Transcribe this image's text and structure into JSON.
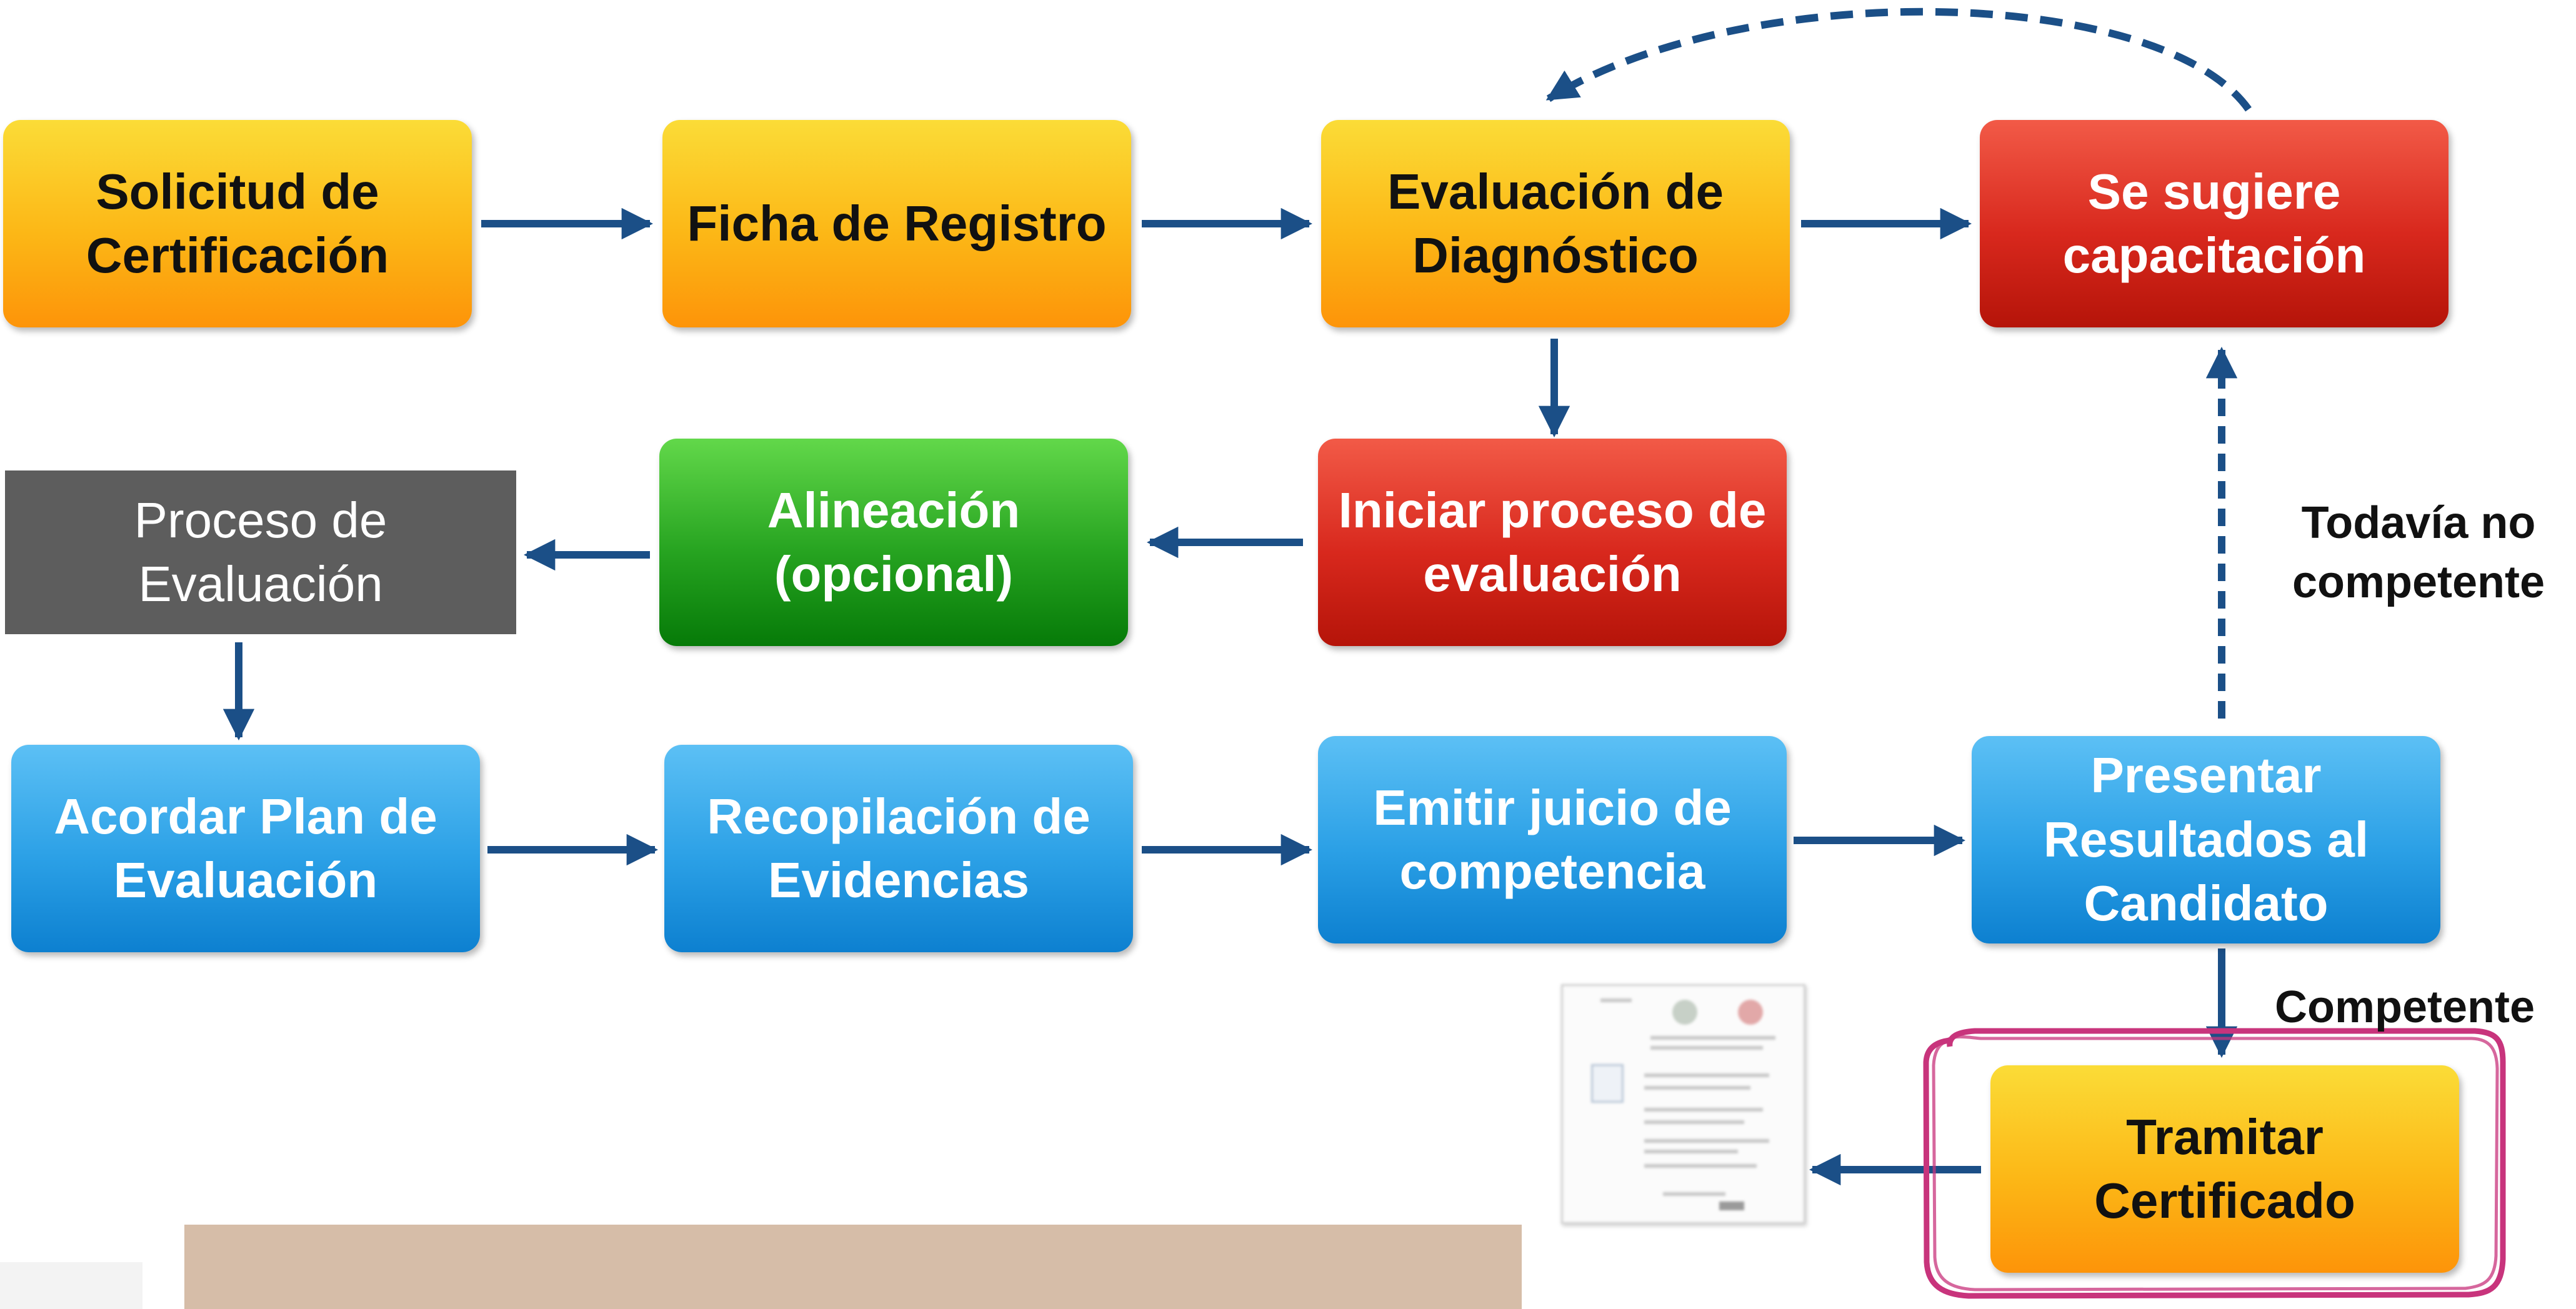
{
  "nodes": {
    "solicitud": "Solicitud de\nCertificación",
    "ficha": "Ficha de Registro",
    "diagnostico": "Evaluación de\nDiagnóstico",
    "capacitacion": "Se sugiere\ncapacitación",
    "proceso": "Proceso de\nEvaluación",
    "alineacion": "Alineación\n(opcional)",
    "iniciar": "Iniciar proceso de\nevaluación",
    "plan": "Acordar Plan de\nEvaluación",
    "evidencias": "Recopilación de\nEvidencias",
    "juicio": "Emitir juicio de\ncompetencia",
    "resultados": "Presentar\nResultados al\nCandidato",
    "tramitar": "Tramitar\nCertificado"
  },
  "labels": {
    "todavia": "Todavía no\ncompetente",
    "competente": "Competente"
  },
  "colors": {
    "arrow": "#1b4f87",
    "highlight": "#c8347c",
    "yellow": "#fcb716",
    "red": "#d8281d",
    "green": "#26a320",
    "blue": "#2ba0e6",
    "gray": "#5d5d5d"
  }
}
